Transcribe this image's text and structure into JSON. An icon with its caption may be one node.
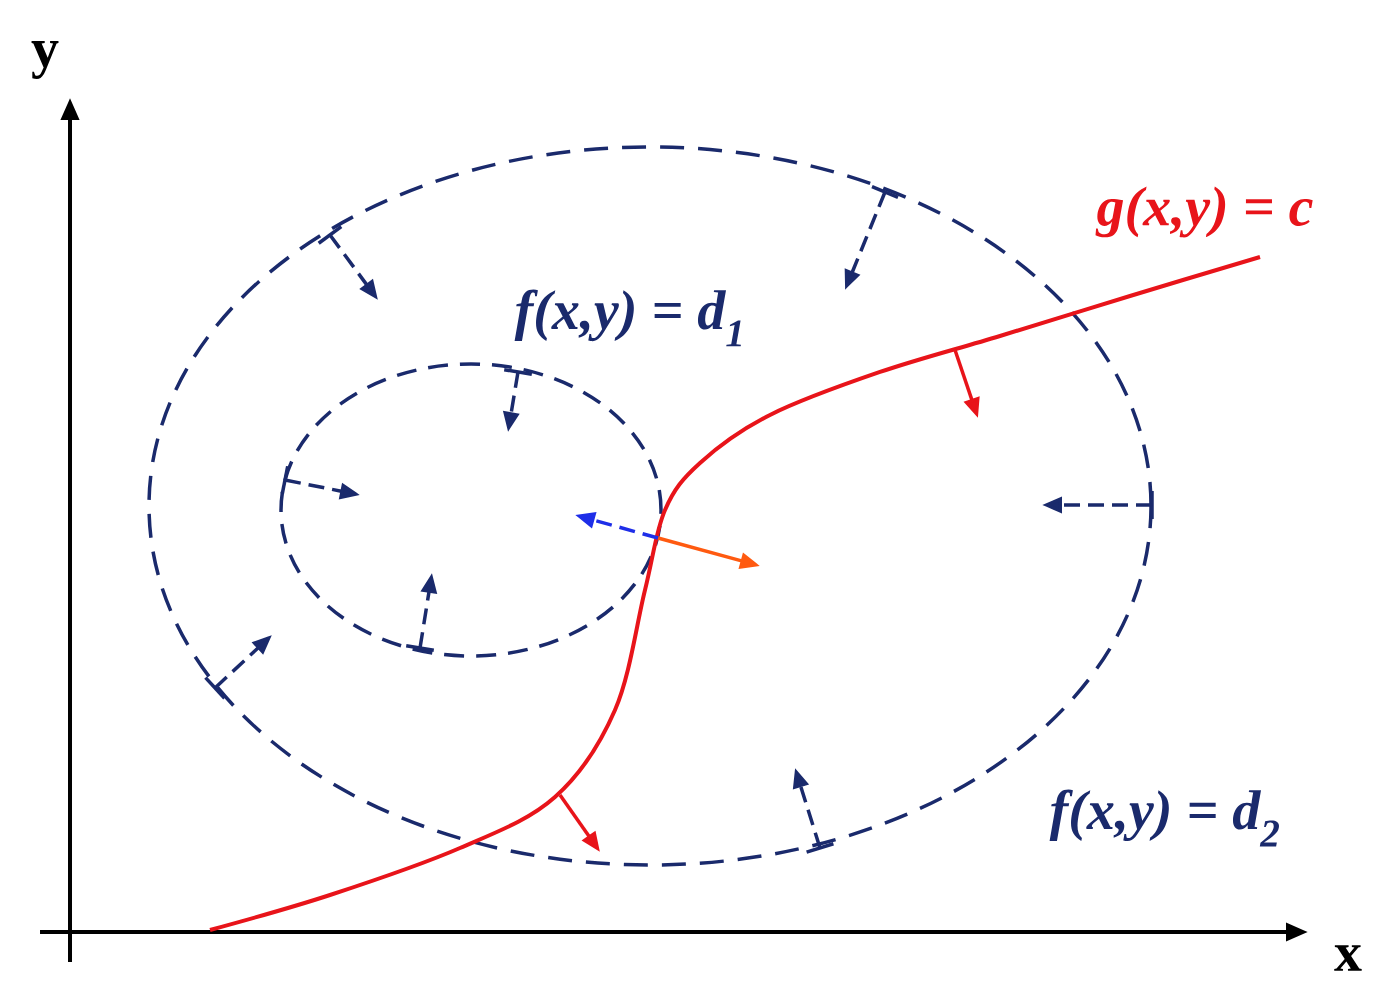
{
  "diagram": {
    "labels": [
      "y",
      "g(x,y) = c",
      "f(x,y) = d$_{1}$",
      "f(x,y) = d$_{2}$",
      "x"
    ]
  }
}
